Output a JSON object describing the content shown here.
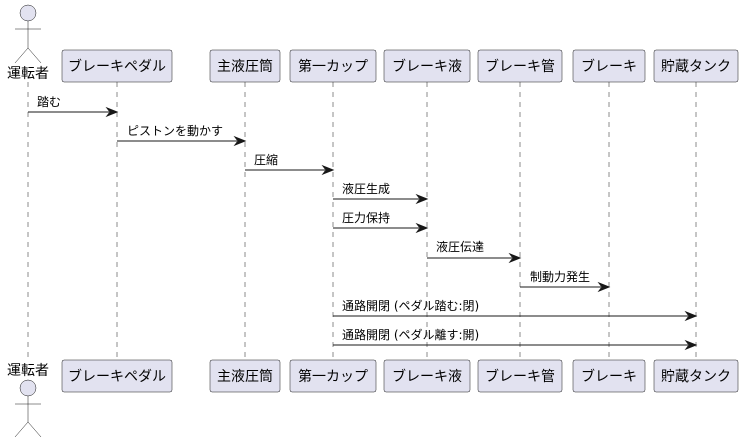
{
  "diagram": {
    "type": "sequence",
    "actor": {
      "label": "運転者"
    },
    "participants": [
      {
        "id": "pedal",
        "label": "ブレーキペダル"
      },
      {
        "id": "master",
        "label": "主液圧筒"
      },
      {
        "id": "cup",
        "label": "第一カップ"
      },
      {
        "id": "fluid",
        "label": "ブレーキ液"
      },
      {
        "id": "pipe",
        "label": "ブレーキ管"
      },
      {
        "id": "brake",
        "label": "ブレーキ"
      },
      {
        "id": "tank",
        "label": "貯蔵タンク"
      }
    ],
    "messages": [
      {
        "from": "actor",
        "to": "pedal",
        "label": "踏む"
      },
      {
        "from": "pedal",
        "to": "master",
        "label": "ピストンを動かす"
      },
      {
        "from": "master",
        "to": "cup",
        "label": "圧縮"
      },
      {
        "from": "cup",
        "to": "fluid",
        "label": "液圧生成"
      },
      {
        "from": "cup",
        "to": "fluid",
        "label": "圧力保持"
      },
      {
        "from": "fluid",
        "to": "pipe",
        "label": "液圧伝達"
      },
      {
        "from": "pipe",
        "to": "brake",
        "label": "制動力発生"
      },
      {
        "from": "cup",
        "to": "tank",
        "label": "通路開閉 (ペダル踏む:閉)"
      },
      {
        "from": "cup",
        "to": "tank",
        "label": "通路開閉 (ペダル離す:開)"
      }
    ],
    "colors": {
      "participant_fill": "#e2e2f0",
      "line": "#181818",
      "background": "#ffffff"
    }
  }
}
